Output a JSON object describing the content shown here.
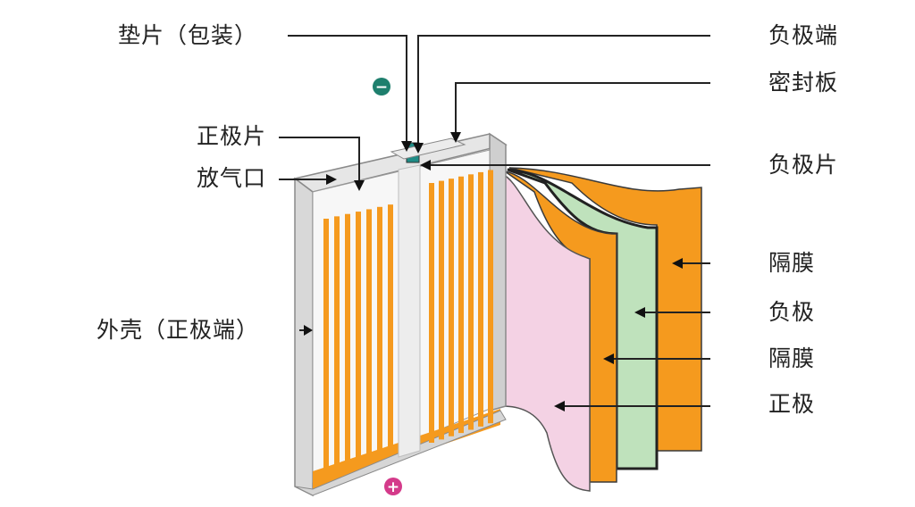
{
  "labels": {
    "gasket": "垫片（包装）",
    "positive_tab": "正极片",
    "vent": "放气口",
    "case": "外壳（正极端）",
    "negative_terminal": "负极端",
    "seal_plate": "密封板",
    "negative_tab": "负极片",
    "separator_1": "隔膜",
    "negative_electrode": "负极",
    "separator_2": "隔膜",
    "positive_electrode": "正极"
  },
  "polarity": {
    "negative": "−",
    "positive": "+"
  },
  "colors": {
    "case": "#d9d9d9",
    "orange": "#f59a1e",
    "green": "#bfe2bc",
    "pink": "#f4d2e4",
    "negative_marker": "#1e7f6d",
    "positive_marker": "#d43a8a",
    "leader": "#222222"
  }
}
